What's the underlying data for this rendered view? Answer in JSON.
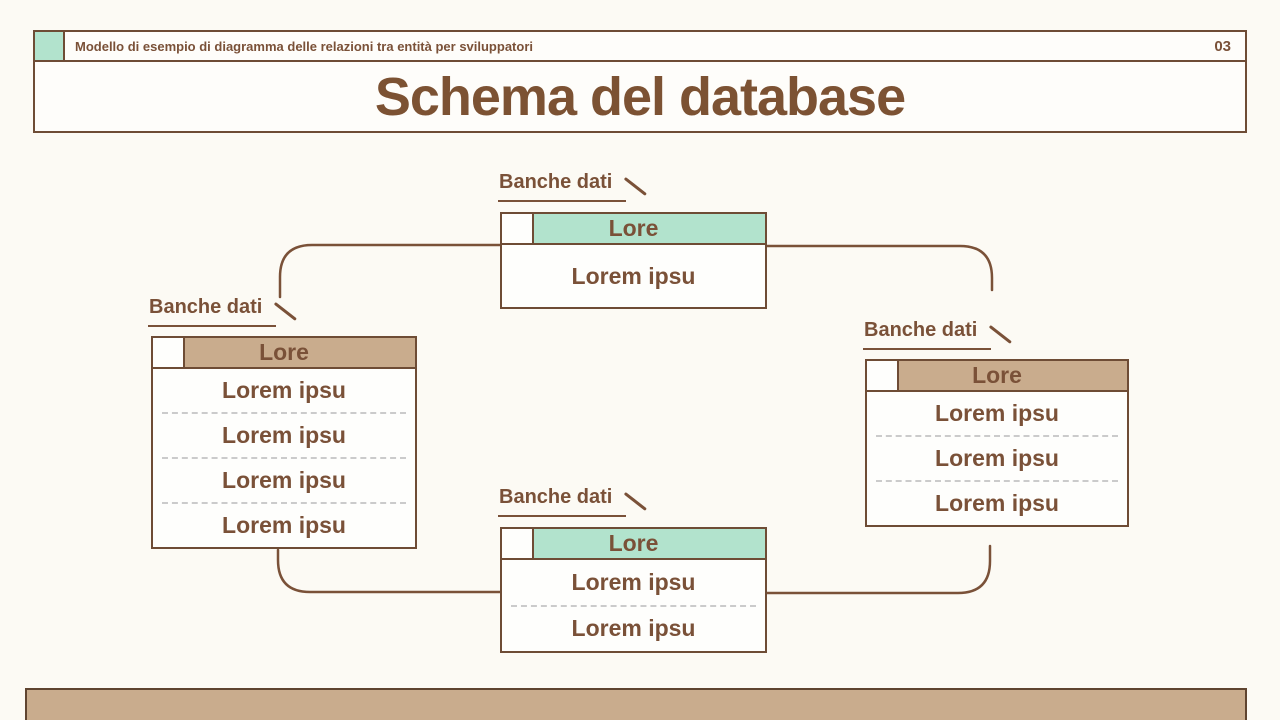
{
  "colors": {
    "background": "#fcfaf4",
    "brown_text": "#7a5138",
    "brown_border": "#6e4c35",
    "teal_accent": "#b2e3cd",
    "tan_accent": "#c9ac8d",
    "dash_gray": "#cbcbcb"
  },
  "header": {
    "kicker": "Modello di esempio di diagramma delle relazioni tra entità per sviluppatori",
    "page_number": "03",
    "title": "Schema del database"
  },
  "diagram": {
    "tables": [
      {
        "id": "top-center",
        "label": "Banche dati",
        "header": "Lore",
        "header_color": "teal",
        "rows": [
          "Lorem ipsu"
        ]
      },
      {
        "id": "left",
        "label": "Banche dati",
        "header": "Lore",
        "header_color": "tan",
        "rows": [
          "Lorem ipsu",
          "Lorem ipsu",
          "Lorem ipsu",
          "Lorem ipsu"
        ]
      },
      {
        "id": "right",
        "label": "Banche dati",
        "header": "Lore",
        "header_color": "tan",
        "rows": [
          "Lorem ipsu",
          "Lorem ipsu",
          "Lorem ipsu"
        ]
      },
      {
        "id": "bottom-center",
        "label": "Banche dati",
        "header": "Lore",
        "header_color": "teal",
        "rows": [
          "Lorem ipsu",
          "Lorem ipsu"
        ]
      }
    ]
  }
}
